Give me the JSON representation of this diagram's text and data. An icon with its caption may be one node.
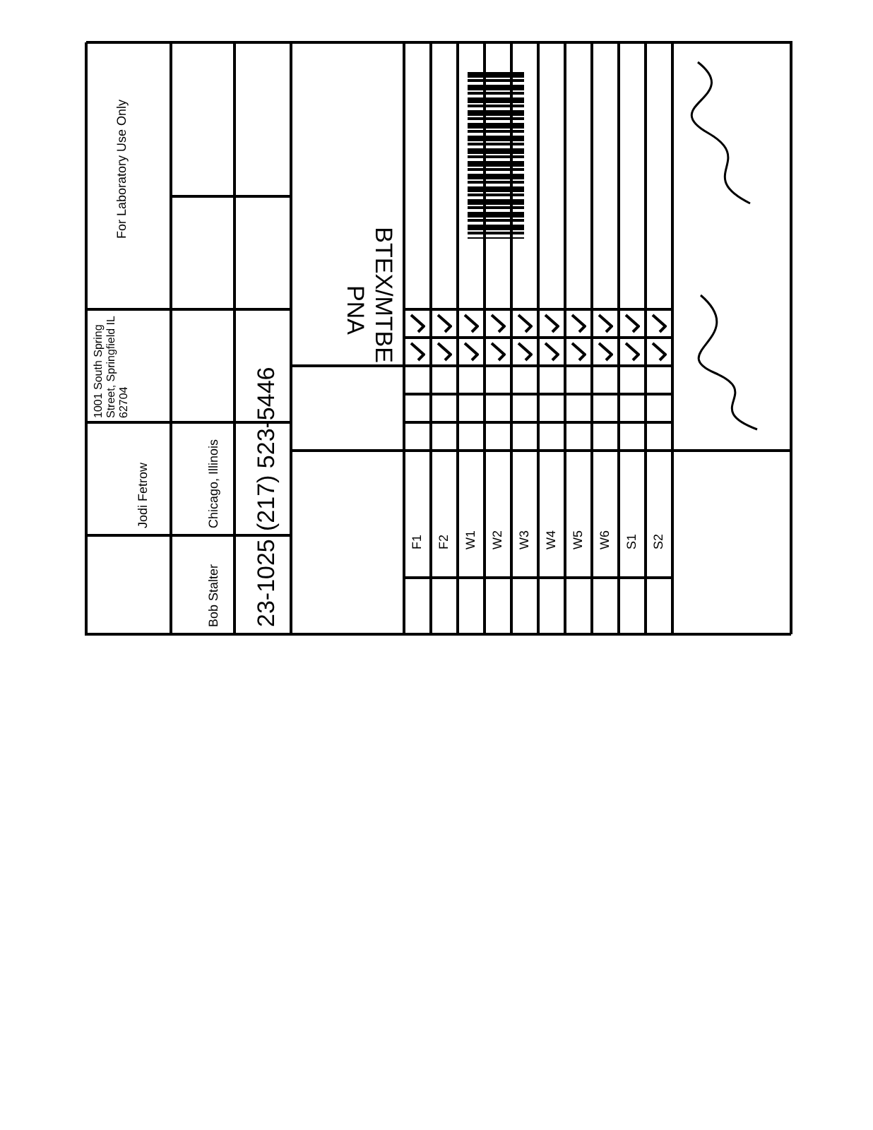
{
  "diagram": {
    "labels": [
      "For Laboratory Use Only",
      "Bob Stalter",
      "Jodi Fetrow",
      "1001 South Spring Street, Springfield IL 62704",
      "Chicago, Illinois",
      "23-1025",
      "(217) 523-5446",
      "BTEX/MTBE",
      "PNA",
      "F1",
      "F2",
      "W1",
      "W2",
      "W3",
      "W4",
      "W5",
      "W6",
      "S1",
      "S2"
    ]
  }
}
